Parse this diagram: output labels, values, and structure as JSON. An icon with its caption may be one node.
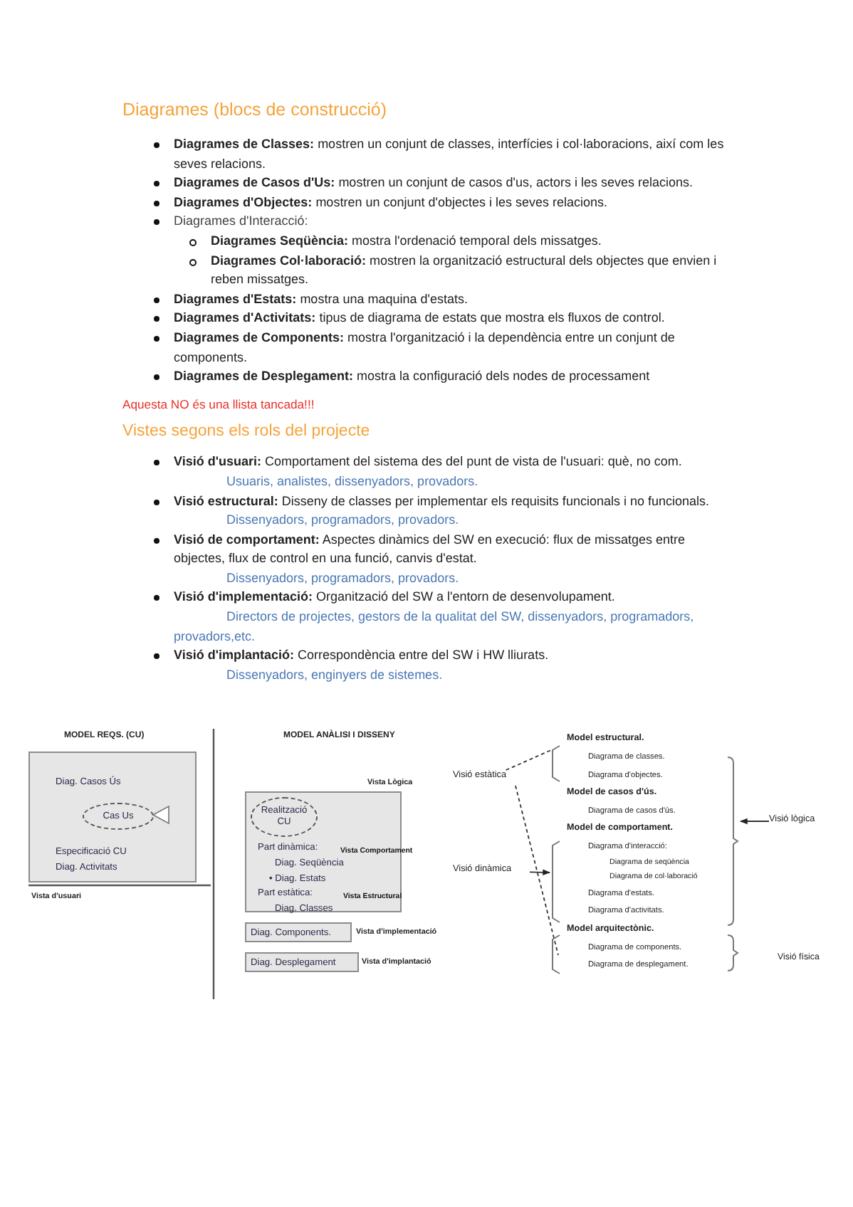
{
  "diagram": {
    "title": "Diagrames (blocs de construcció)",
    "nodes": [
      {
        "text": [
          "Diag. Casos Ús",
          "Especificació CU",
          "Diag. Activitats"
        ],
        "beside": [
          "Vista d'usuari"
        ]
      },
      {
        "text": [
          "Cas Us"
        ],
        "in": 0
      },
      {
        "text": [
          "Part dinàmica:",
          "Vista Comportament",
          "Diag. Seqüència",
          "• Diag. Estats",
          "Part estàtica:",
          "Vista Estructural",
          "Diag. Classes"
        ],
        "beside": [
          "Vista Lògica"
        ]
      },
      {
        "text": [
          "Realització CU"
        ],
        "in": 2
      },
      {
        "text": [
          "Diag. Components."
        ],
        "beside": [
          "Vista d'implementació"
        ]
      },
      {
        "text": [
          "Diag. Desplegament"
        ],
        "beside": [
          "Vista d'implantació"
        ]
      },
      {
        "text": [
          "Visió estàtica"
        ]
      },
      {
        "text": [
          "Visió dinàmica"
        ]
      },
      {
        "text": [
          "Visió lògica"
        ]
      }
    ],
    "edges": [
      {
        "from": 6,
        "to": null,
        "arrow": "none",
        "style": "dashed"
      },
      {
        "from": 6,
        "to": null,
        "arrow": "none",
        "style": "dashed"
      },
      {
        "from": 7,
        "to": null,
        "arrow": "to"
      },
      {
        "from": 8,
        "to": null,
        "arrow": "to"
      }
    ],
    "labels": [
      "**Diagrames de Classes:** mostren un conjunt de classes, interfícies i col·laboracions, així com les seves relacions.",
      "**Diagrames de Casos d'Us:** mostren un conjunt de casos d'us, actors i les seves relacions.",
      "**Diagrames d'Objectes:** mostren un conjunt d'objectes i les seves relacions.",
      "Diagrames d'Interacció:",
      "**Diagrames Seqüència:** mostra l'ordenació temporal dels missatges.",
      "**Diagrames Col·laboració:** mostren la organització estructural dels objectes que envien i reben missatges.",
      "**Diagrames d'Estats:** mostra una maquina d'estats.",
      "**Diagrames d'Activitats:** tipus de diagrama de estats que mostra els fluxos de control.",
      "**Diagrames de Components:** mostra l'organització i la dependència entre un conjunt de components.",
      "**Diagrames de Desplegament:** mostra la configuració dels nodes de processament",
      "Aquesta NO és una llista tancada!!!",
      "Vistes segons els rols del projecte",
      "**Visió d'usuari:** Comportament del sistema des del punt de vista de l'usuari: què, no com.",
      "Usuaris, analistes, dissenyadors, provadors.",
      "**Visió estructural:** Disseny de classes per implementar els requisits funcionals i no funcionals.",
      "Dissenyadors, programadors, provadors.",
      "**Visió de comportament:** Aspectes dinàmics del SW en execució: flux de missatges entre objectes, flux de control en una funció, canvis d'estat.",
      "Dissenyadors, programadors, provadors.",
      "**Visió d'implementació:** Organització del SW a l'entorn de desenvolupament.",
      "Directors de projectes, gestors de la qualitat del SW, dissenyadors, programadors, provadors,etc.",
      "**Visió d'implantació:** Correspondència entre del SW i HW lliurats.",
      "Dissenyadors, enginyers de sistemes.",
      "MODEL REQS. (CU)",
      "MODEL ANÀLISI I DISSENY",
      "Model estructural.",
      "Diagrama de classes.",
      "Diagrama d'objectes.",
      "Model de casos d'ús.",
      "Diagrama de casos d'ús.",
      "Model de comportament.",
      "Diagrama d'interacció:",
      "Diagrama de seqüència",
      "Diagrama de col·laboració",
      "Diagrama d'estats.",
      "Diagrama d'activitats.",
      "Model arquitectònic.",
      "Diagrama de components.",
      "Diagrama de desplegament.",
      "Visió física"
    ]
  }
}
